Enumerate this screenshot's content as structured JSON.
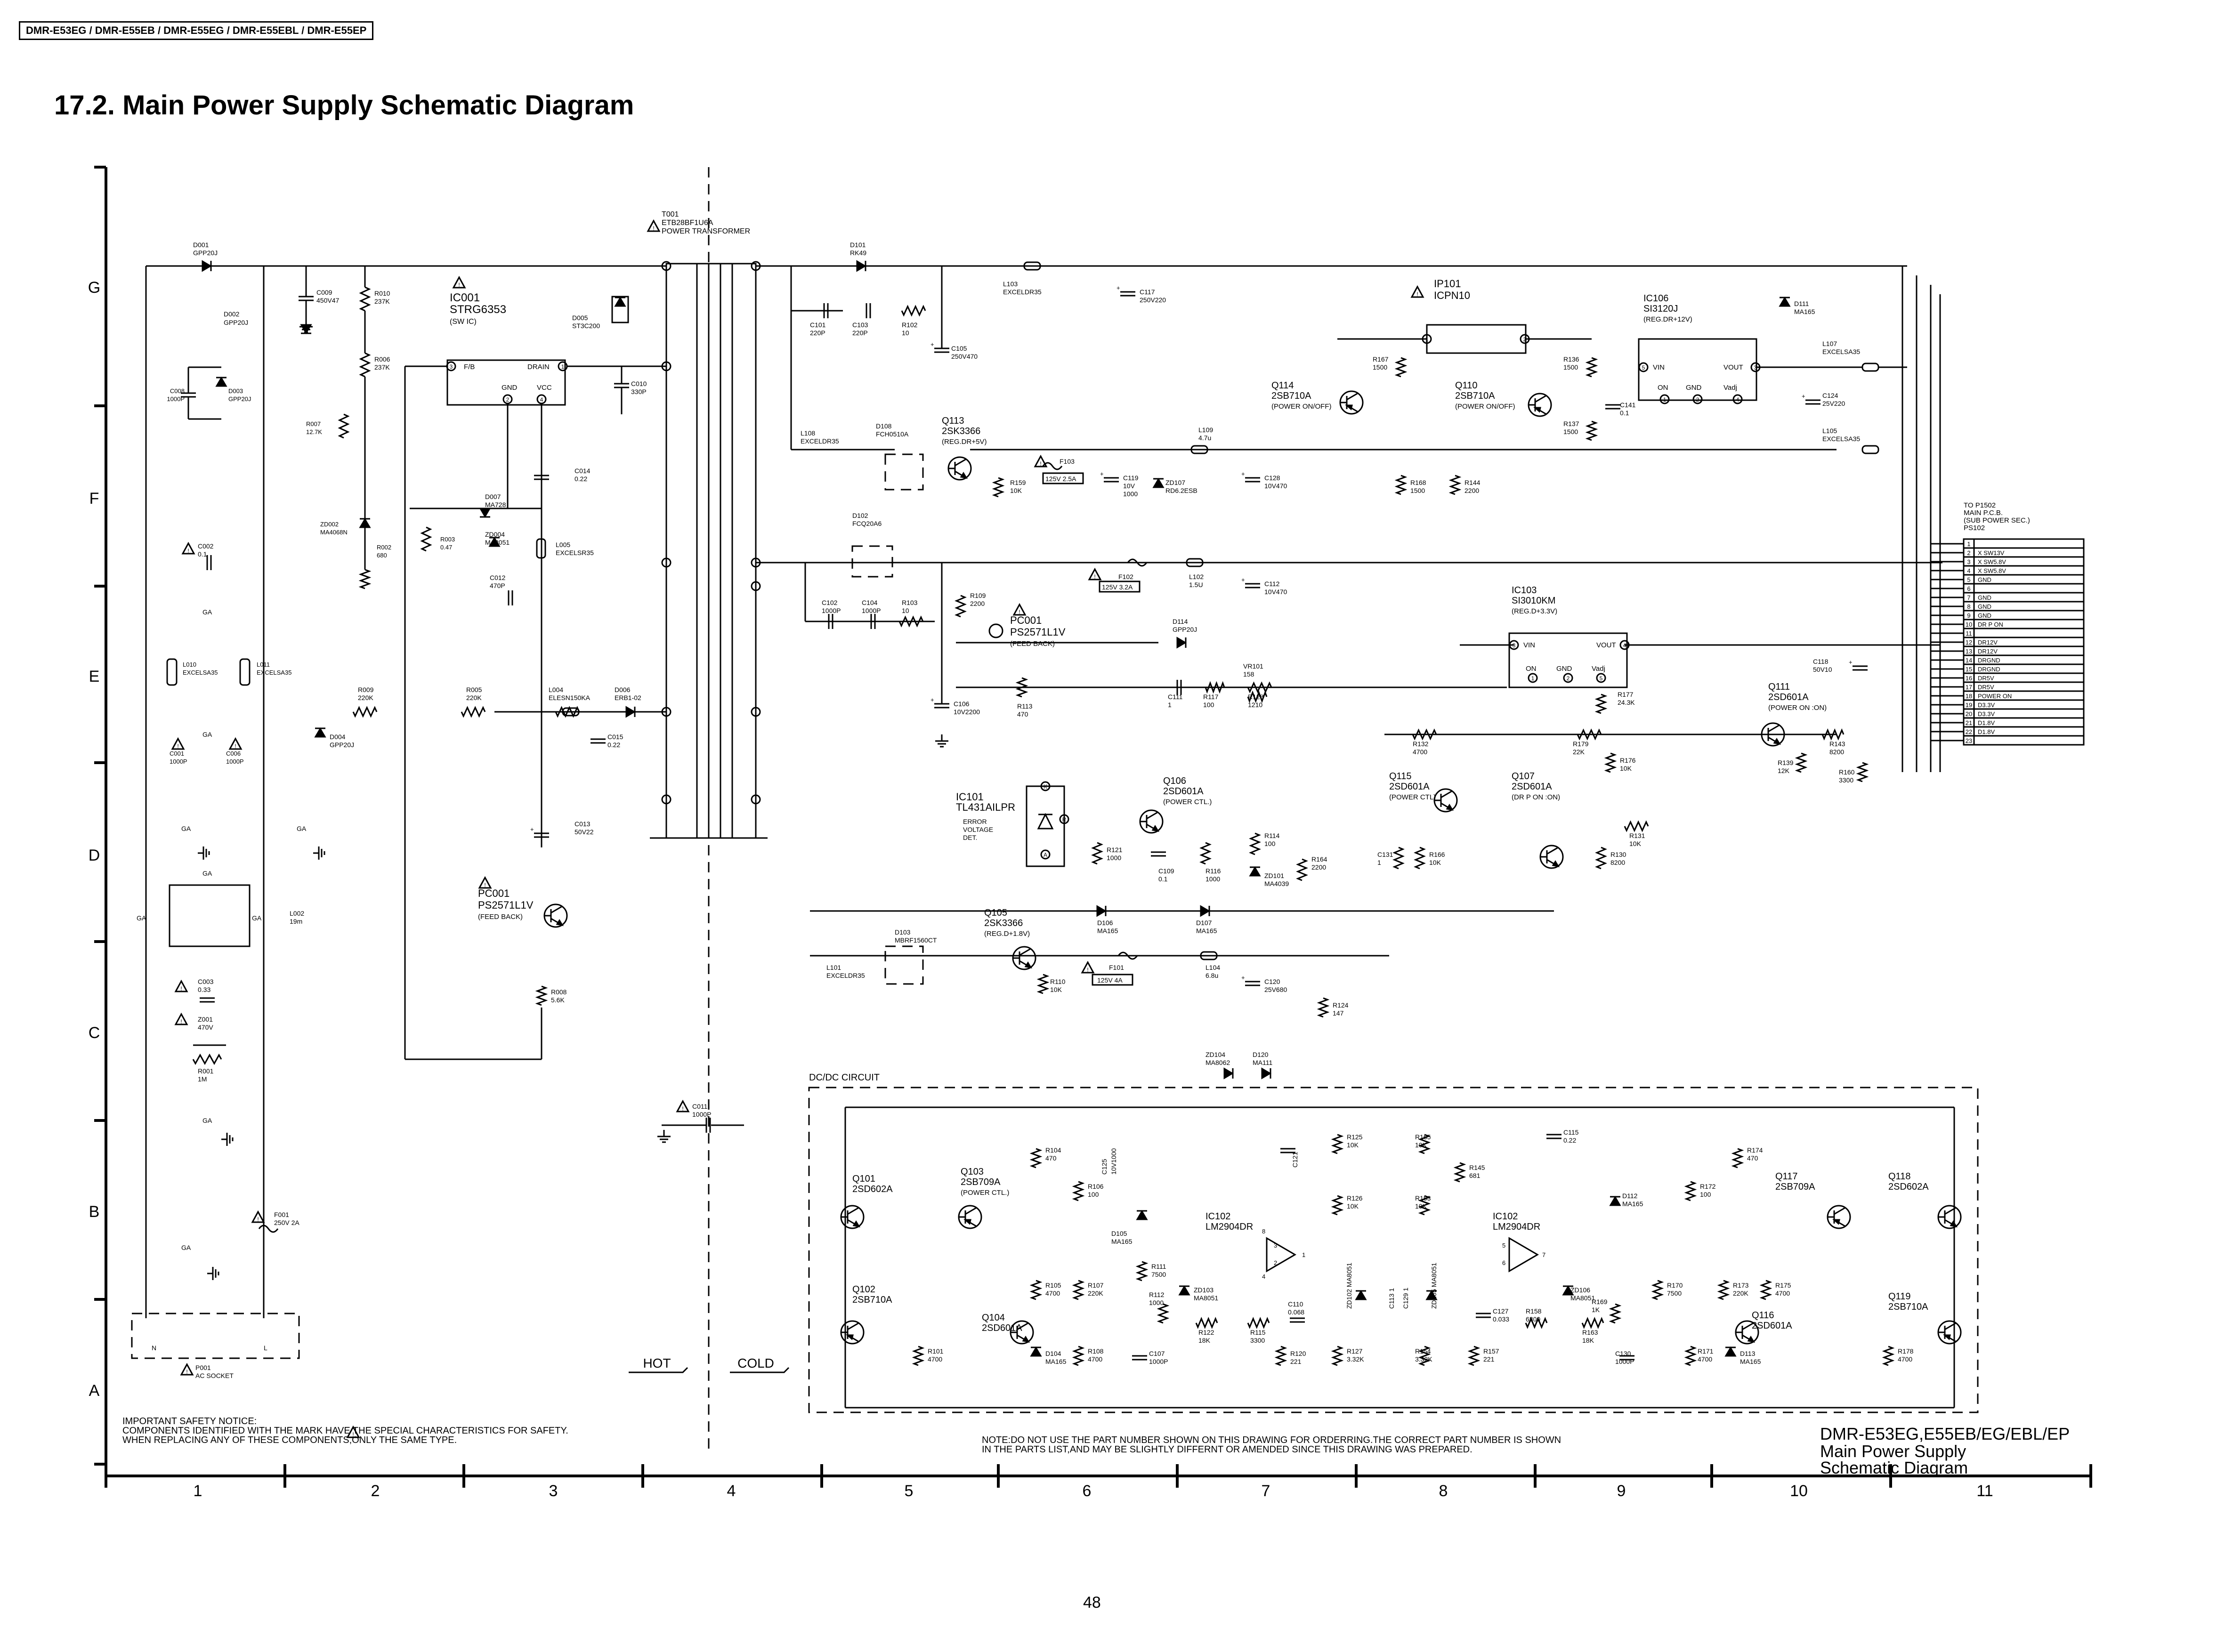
{
  "header": "DMR-E53EG / DMR-E55EB / DMR-E55EG / DMR-E55EBL / DMR-E55EP",
  "title": "17.2.   Main Power Supply Schematic Diagram",
  "page_number": "48",
  "row_labels": [
    "G",
    "F",
    "E",
    "D",
    "C",
    "B",
    "A"
  ],
  "col_labels": [
    "1",
    "2",
    "3",
    "4",
    "5",
    "6",
    "7",
    "8",
    "9",
    "10",
    "11"
  ],
  "transformer": {
    "ref": "T001",
    "part": "ETB28BF1U6A",
    "desc": "POWER TRANSFORMER"
  },
  "components": [
    {
      "ref": "D001",
      "val": "GPP20J"
    },
    {
      "ref": "C009",
      "val": "450V47"
    },
    {
      "ref": "R010",
      "val": "237K"
    },
    {
      "ref": "D002",
      "val": "GPP20J"
    },
    {
      "ref": "R006",
      "val": "237K"
    },
    {
      "ref": "C008",
      "val": "1000P"
    },
    {
      "ref": "D003",
      "val": "GPP20J"
    },
    {
      "ref": "R007",
      "val": "12.7K"
    },
    {
      "ref": "ZD002",
      "val": "MA4068N"
    },
    {
      "ref": "R002",
      "val": "680"
    },
    {
      "ref": "R003",
      "val": "0.47"
    },
    {
      "ref": "C002",
      "val": "0.1"
    },
    {
      "ref": "L010",
      "val": "EXCELSA35"
    },
    {
      "ref": "L011",
      "val": "EXCELSA35"
    },
    {
      "ref": "C001",
      "val": "1000P"
    },
    {
      "ref": "C006",
      "val": "1000P"
    },
    {
      "ref": "R009",
      "val": "220K"
    },
    {
      "ref": "R005",
      "val": "220K"
    },
    {
      "ref": "D004",
      "val": "GPP20J"
    },
    {
      "ref": "L002",
      "val": "19m"
    },
    {
      "ref": "C003",
      "val": "0.33"
    },
    {
      "ref": "Z001",
      "val": "470V"
    },
    {
      "ref": "R001",
      "val": "1M"
    },
    {
      "ref": "F001",
      "val": "250V 2A"
    },
    {
      "ref": "P001",
      "val": "AC SOCKET"
    },
    {
      "ref": "D005",
      "val": "ST3C200"
    },
    {
      "ref": "C010",
      "val": "330P"
    },
    {
      "ref": "C014",
      "val": "0.22"
    },
    {
      "ref": "D007",
      "val": "MA728"
    },
    {
      "ref": "ZD004",
      "val": "MA8051"
    },
    {
      "ref": "C012",
      "val": "470P"
    },
    {
      "ref": "L005",
      "val": "EXCELSR35"
    },
    {
      "ref": "L004",
      "val": "ELESN150KA"
    },
    {
      "ref": "D006",
      "val": "ERB1-02"
    },
    {
      "ref": "C015",
      "val": "0.22"
    },
    {
      "ref": "C013",
      "val": "50V22"
    },
    {
      "ref": "R008",
      "val": "5.6K"
    },
    {
      "ref": "C011",
      "val": "1000P"
    },
    {
      "ref": "D101",
      "val": "RK49"
    },
    {
      "ref": "L103",
      "val": "EXCELDR35"
    },
    {
      "ref": "C117",
      "val": "250V220"
    },
    {
      "ref": "C101",
      "val": "220P"
    },
    {
      "ref": "C103",
      "val": "220P"
    },
    {
      "ref": "R102",
      "val": "10"
    },
    {
      "ref": "C105",
      "val": "250V470"
    },
    {
      "ref": "L108",
      "val": "EXCELDR35"
    },
    {
      "ref": "D108",
      "val": "FCH0510A"
    },
    {
      "ref": "L109",
      "val": "4.7u"
    },
    {
      "ref": "R159",
      "val": "10K"
    },
    {
      "ref": "C119",
      "val": "10V 1000"
    },
    {
      "ref": "ZD107",
      "val": "RD6.2ESB"
    },
    {
      "ref": "C128",
      "val": "10V470"
    },
    {
      "ref": "D102",
      "val": "FCQ20A6"
    },
    {
      "ref": "C102",
      "val": "1000P"
    },
    {
      "ref": "C104",
      "val": "1000P"
    },
    {
      "ref": "R103",
      "val": "10"
    },
    {
      "ref": "R109",
      "val": "2200"
    },
    {
      "ref": "L102",
      "val": "1.5U"
    },
    {
      "ref": "C112",
      "val": "10V470"
    },
    {
      "ref": "D114",
      "val": "GPP20J"
    },
    {
      "ref": "VR101",
      "val": "158"
    },
    {
      "ref": "R113",
      "val": "470"
    },
    {
      "ref": "C111",
      "val": "1"
    },
    {
      "ref": "R117",
      "val": "100"
    },
    {
      "ref": "R128",
      "val": "1210"
    },
    {
      "ref": "C106",
      "val": "10V2200"
    },
    {
      "ref": "R121",
      "val": "1000"
    },
    {
      "ref": "C109",
      "val": "0.1"
    },
    {
      "ref": "R116",
      "val": "1000"
    },
    {
      "ref": "R114",
      "val": "100"
    },
    {
      "ref": "ZD101",
      "val": "MA4039"
    },
    {
      "ref": "R164",
      "val": "2200"
    },
    {
      "ref": "D103",
      "val": "MBRF1560CT"
    },
    {
      "ref": "L101",
      "val": "EXCELDR35"
    },
    {
      "ref": "D106",
      "val": "MA165"
    },
    {
      "ref": "D107",
      "val": "MA165"
    },
    {
      "ref": "R110",
      "val": "10K"
    },
    {
      "ref": "L104",
      "val": "6.8u"
    },
    {
      "ref": "C120",
      "val": "25V680"
    },
    {
      "ref": "R124",
      "val": "147"
    },
    {
      "ref": "R167",
      "val": "1500"
    },
    {
      "ref": "R168",
      "val": "1500"
    },
    {
      "ref": "R144",
      "val": "2200"
    },
    {
      "ref": "R136",
      "val": "1500"
    },
    {
      "ref": "R137",
      "val": "1500"
    },
    {
      "ref": "C141",
      "val": "0.1"
    },
    {
      "ref": "D111",
      "val": "MA165"
    },
    {
      "ref": "L107",
      "val": "EXCELSA35"
    },
    {
      "ref": "C124",
      "val": "25V220"
    },
    {
      "ref": "L105",
      "val": "EXCELSA35"
    },
    {
      "ref": "C118",
      "val": "50V10"
    },
    {
      "ref": "R177",
      "val": "24.3K"
    },
    {
      "ref": "R132",
      "val": "4700"
    },
    {
      "ref": "R179",
      "val": "22K"
    },
    {
      "ref": "R176",
      "val": "10K"
    },
    {
      "ref": "R139",
      "val": "12K"
    },
    {
      "ref": "R143",
      "val": "8200"
    },
    {
      "ref": "R160",
      "val": "3300"
    },
    {
      "ref": "C131",
      "val": "1"
    },
    {
      "ref": "R166",
      "val": "10K"
    },
    {
      "ref": "R130",
      "val": "8200"
    },
    {
      "ref": "R131",
      "val": "10K"
    }
  ],
  "labels": {
    "ic001": {
      "ref": "IC001",
      "part": "STRG6353",
      "note": "(SW IC)",
      "pins": [
        "F/B",
        "DRAIN",
        "GND",
        "VCC"
      ]
    },
    "pc001a": {
      "ref": "PC001",
      "part": "PS2571L1V",
      "note": "(FEED BACK)"
    },
    "pc001b": {
      "ref": "PC001",
      "part": "PS2571L1V",
      "note": "(FEED BACK)"
    },
    "ip101": {
      "ref": "IP101",
      "part": "ICPN10"
    },
    "q114": {
      "ref": "Q114",
      "part": "2SB710A",
      "note": "(POWER ON/OFF)"
    },
    "q110": {
      "ref": "Q110",
      "part": "2SB710A",
      "note": "(POWER ON/OFF)"
    },
    "ic106": {
      "ref": "IC106",
      "part": "SI3120J",
      "note": "(REG.DR+12V)",
      "pins": [
        "VIN",
        "VOUT",
        "ON",
        "GND",
        "Vadj"
      ]
    },
    "q113": {
      "ref": "Q113",
      "part": "2SK3366",
      "note": "(REG.DR+5V)"
    },
    "ic103": {
      "ref": "IC103",
      "part": "SI3010KM",
      "note": "(REG.D+3.3V)",
      "pins": [
        "VIN",
        "VOUT",
        "ON",
        "GND",
        "Vadj"
      ]
    },
    "ic101": {
      "ref": "IC101",
      "part": "TL431AILPR",
      "note": "ERROR VOLTAGE DET."
    },
    "q106": {
      "ref": "Q106",
      "part": "2SD601A",
      "note": "(POWER CTL.)"
    },
    "q115": {
      "ref": "Q115",
      "part": "2SD601A",
      "note": "(POWER CTL)"
    },
    "q107": {
      "ref": "Q107",
      "part": "2SD601A",
      "note": "(DR P ON :ON)"
    },
    "q111": {
      "ref": "Q111",
      "part": "2SD601A",
      "note": "(POWER ON :ON)"
    },
    "q105": {
      "ref": "Q105",
      "part": "2SK3366",
      "note": "(REG.D+1.8V)"
    },
    "f103": {
      "ref": "F103",
      "val": "125V 2.5A"
    },
    "f102": {
      "ref": "F102",
      "val": "125V 3.2A"
    },
    "f101": {
      "ref": "F101",
      "val": "125V 4A"
    },
    "dcdc_title": "DC/DC CIRCUIT",
    "q101": {
      "ref": "Q101",
      "part": "2SD602A"
    },
    "q102": {
      "ref": "Q102",
      "part": "2SB710A"
    },
    "q103": {
      "ref": "Q103",
      "part": "2SB709A",
      "note": "(POWER CTL.)"
    },
    "q104": {
      "ref": "Q104",
      "part": "2SD601A"
    },
    "ic102a": {
      "ref": "IC102",
      "part": "LM2904DR"
    },
    "ic102b": {
      "ref": "IC102",
      "part": "LM2904DR"
    },
    "q117": {
      "ref": "Q117",
      "part": "2SB709A"
    },
    "q118": {
      "ref": "Q118",
      "part": "2SD602A"
    },
    "q116": {
      "ref": "Q116",
      "part": "2SD601A"
    },
    "q119": {
      "ref": "Q119",
      "part": "2SB710A"
    },
    "hot": "HOT",
    "cold": "COLD",
    "ga": "GA",
    "n": "N",
    "l": "L"
  },
  "connector": {
    "head": [
      "TO P1502",
      "MAIN P.C.B.",
      "(SUB POWER SEC.)",
      "PS102"
    ],
    "pins": [
      {
        "n": "1",
        "s": ""
      },
      {
        "n": "2",
        "s": "X SW13V"
      },
      {
        "n": "3",
        "s": "X SW5.8V"
      },
      {
        "n": "4",
        "s": "X SW5.8V"
      },
      {
        "n": "5",
        "s": "GND"
      },
      {
        "n": "6",
        "s": ""
      },
      {
        "n": "7",
        "s": "GND"
      },
      {
        "n": "8",
        "s": "GND"
      },
      {
        "n": "9",
        "s": "GND"
      },
      {
        "n": "10",
        "s": "DR P ON"
      },
      {
        "n": "11",
        "s": ""
      },
      {
        "n": "12",
        "s": "DR12V"
      },
      {
        "n": "13",
        "s": "DR12V"
      },
      {
        "n": "14",
        "s": "DRGND"
      },
      {
        "n": "15",
        "s": "DRGND"
      },
      {
        "n": "16",
        "s": "DR5V"
      },
      {
        "n": "17",
        "s": "DR5V"
      },
      {
        "n": "18",
        "s": "POWER ON"
      },
      {
        "n": "19",
        "s": "D3.3V"
      },
      {
        "n": "20",
        "s": "D3.3V"
      },
      {
        "n": "21",
        "s": "D1.8V"
      },
      {
        "n": "22",
        "s": "D1.8V"
      },
      {
        "n": "23",
        "s": ""
      }
    ]
  },
  "notes": {
    "safety": [
      "IMPORTANT SAFETY NOTICE:",
      "COMPONENTS IDENTIFIED WITH THE MARK     HAVE THE SPECIAL CHARACTERISTICS FOR SAFETY.",
      "WHEN REPLACING ANY OF THESE COMPONENTS,ONLY THE SAME TYPE."
    ],
    "part_number": [
      "NOTE:DO NOT USE THE PART NUMBER SHOWN ON THIS DRAWING FOR ORDERRING.THE CORRECT PART NUMBER IS SHOWN",
      "IN THE PARTS LIST,AND MAY BE SLIGHTLY DIFFERNT OR AMENDED SINCE THIS DRAWING WAS PREPARED."
    ]
  },
  "title_block": [
    "DMR-E53EG,E55EB/EG/EBL/EP",
    "Main Power Supply",
    "Schematic Diagram"
  ]
}
